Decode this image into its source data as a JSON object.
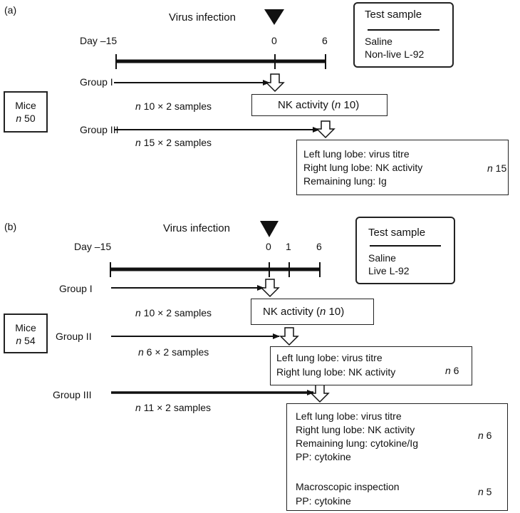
{
  "panel_a": {
    "label": "(a)",
    "virus_infection": "Virus infection",
    "days": {
      "start": "Day –15",
      "infection": "0",
      "end": "6"
    },
    "test_sample": {
      "title": "Test sample",
      "items": [
        "Saline",
        "Non-live L-92"
      ]
    },
    "mice": {
      "title": "Mice",
      "n_prefix": "n",
      "n_value": "50"
    },
    "group1": {
      "label": "Group I",
      "samples_n": "n",
      "samples_text": " 10 × 2 samples"
    },
    "nk_box": {
      "text_before": "NK activity (",
      "n_prefix": "n",
      "text_after": " 10)"
    },
    "group3": {
      "label": "Group III",
      "samples_n": "n",
      "samples_text": " 15 × 2 samples"
    },
    "lung_box": {
      "lines": [
        "Left lung lobe:  virus titre",
        "Right lung lobe:  NK activity",
        "Remaining lung: Ig"
      ],
      "n_prefix": "n",
      "n_value": " 15"
    }
  },
  "panel_b": {
    "label": "(b)",
    "virus_infection": "Virus infection",
    "days": {
      "start": "Day –15",
      "infection": "0",
      "mid": "1",
      "end": "6"
    },
    "test_sample": {
      "title": "Test sample",
      "items": [
        "Saline",
        "Live L-92"
      ]
    },
    "mice": {
      "title": "Mice",
      "n_prefix": "n",
      "n_value": "54"
    },
    "group1": {
      "label": "Group I",
      "samples_n": "n",
      "samples_text": " 10 × 2 samples"
    },
    "nk_box": {
      "text": "NK activity (",
      "n_prefix": "n",
      "text_after": " 10)"
    },
    "group2": {
      "label": "Group II",
      "samples_n": "n",
      "samples_text": " 6 × 2 samples"
    },
    "lung_box_2": {
      "lines": [
        "Left lung lobe: virus titre",
        "Right lung lobe: NK activity"
      ],
      "n_prefix": "n",
      "n_value": " 6"
    },
    "group3": {
      "label": "Group III",
      "samples_n": "n",
      "samples_text": " 11 × 2 samples"
    },
    "lung_box_3": {
      "lines": [
        "Left lung lobe: virus titre",
        "Right lung lobe: NK activity",
        "Remaining lung: cytokine/Ig",
        "PP: cytokine"
      ],
      "n_prefix": "n",
      "n_value": " 6",
      "lines2": [
        "Macroscopic inspection",
        "PP: cytokine"
      ],
      "n2_prefix": "n",
      "n2_value": " 5"
    }
  }
}
